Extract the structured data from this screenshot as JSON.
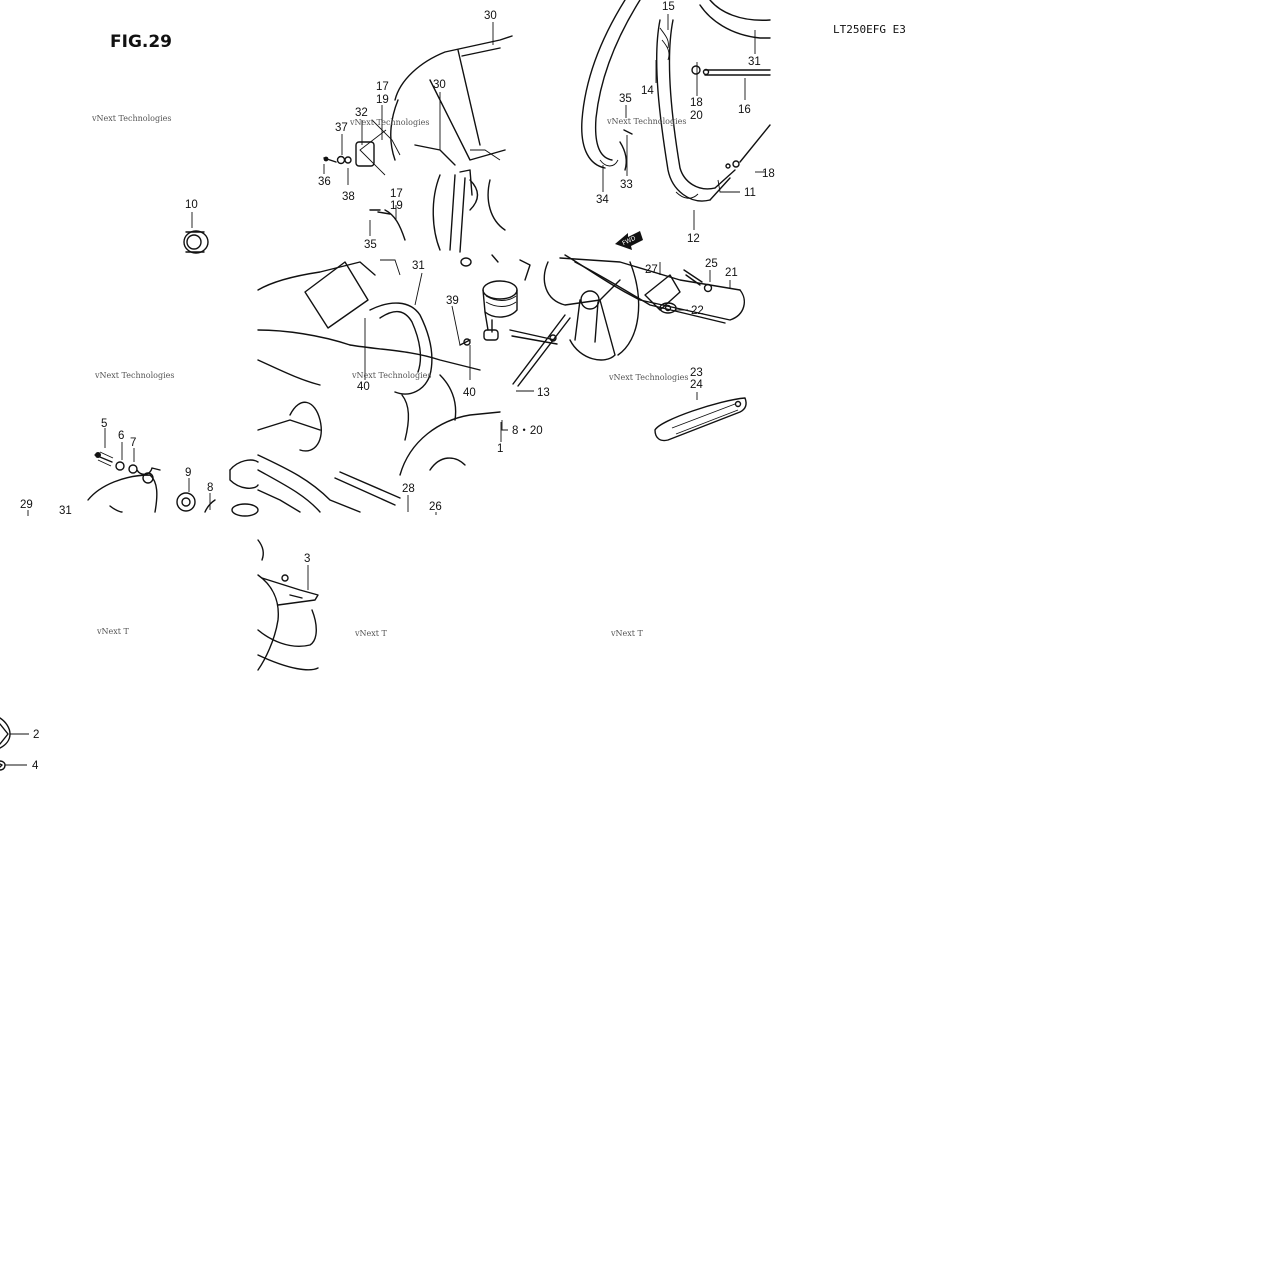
{
  "figure": {
    "title": "FIG.29",
    "model": "LT250EFG E3"
  },
  "watermark": "vNext Technologies",
  "watermark_partial": "vNext T",
  "callouts": {
    "c1": "1",
    "c2": "2",
    "c3": "3",
    "c4": "4",
    "c5": "5",
    "c6": "6",
    "c7": "7",
    "c8": "8",
    "c8_20": "8・20",
    "c9": "9",
    "c10": "10",
    "c11": "11",
    "c12": "12",
    "c13": "13",
    "c14": "14",
    "c15": "15",
    "c16": "16",
    "c17": "17",
    "c18": "18",
    "c19": "19",
    "c20": "20",
    "c21": "21",
    "c22": "22",
    "c23": "23",
    "c24": "24",
    "c25": "25",
    "c26": "26",
    "c27": "27",
    "c28": "28",
    "c29": "29",
    "c30": "30",
    "c31": "31",
    "c32": "32",
    "c33": "33",
    "c34": "34",
    "c35": "35",
    "c36": "36",
    "c37": "37",
    "c38": "38",
    "c39": "39",
    "c40": "40"
  },
  "front_arrow": {
    "label": "FWD",
    "icon": "front-arrow-icon"
  }
}
